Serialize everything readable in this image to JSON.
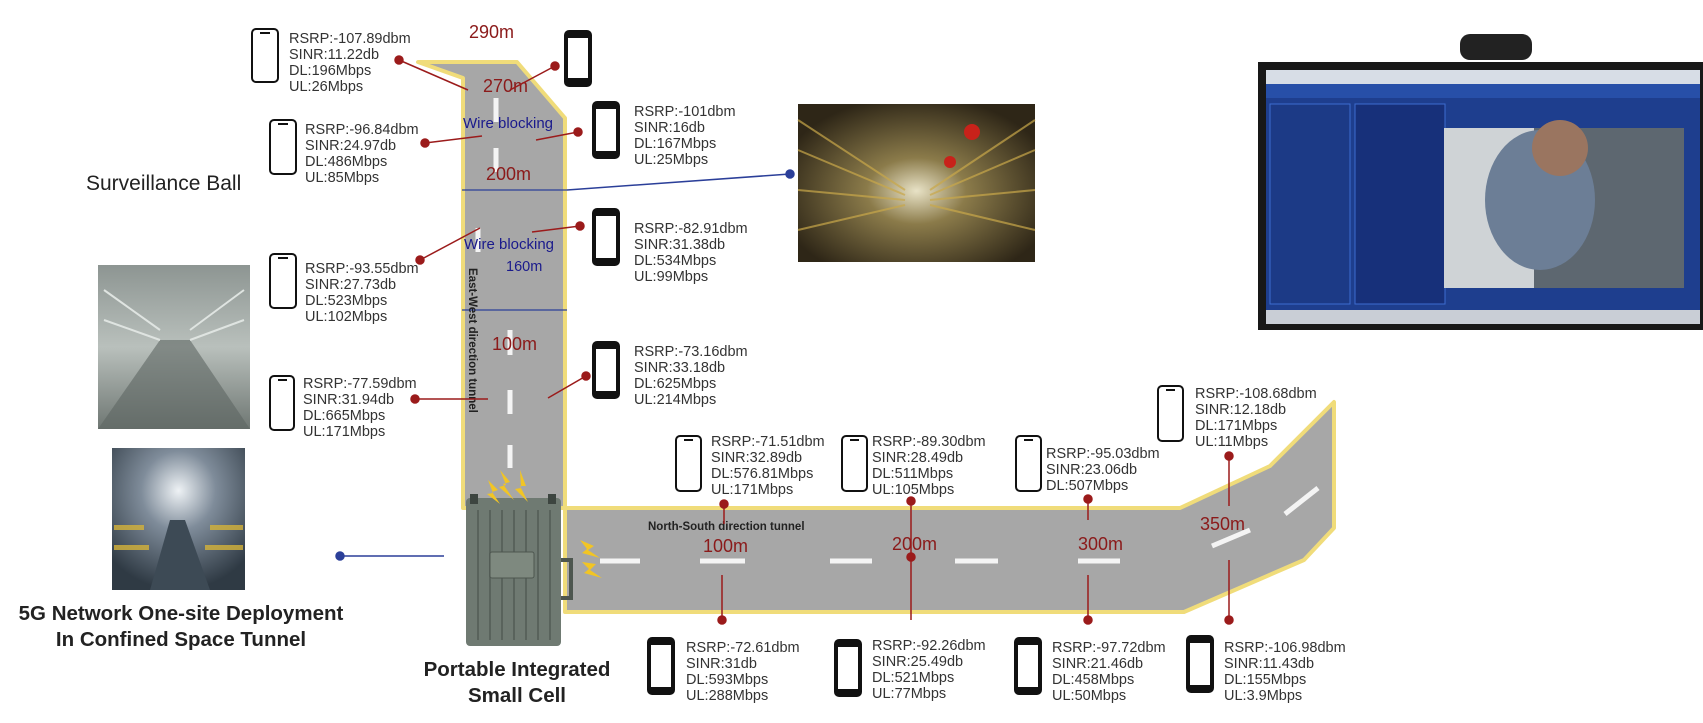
{
  "labels": {
    "title_line1": "5G Network One-site Deployment",
    "title_line2": "In Confined Space Tunnel",
    "device_line1": "Portable Integrated",
    "device_line2": "Small Cell",
    "surveillance": "Surveillance Ball",
    "ew_tunnel": "East-West direction tunnel",
    "ns_tunnel": "North-South direction tunnel",
    "wire_blocking_1": "Wire blocking",
    "wire_blocking_2": "Wire blocking"
  },
  "ew_distances": [
    "290m",
    "270m",
    "200m",
    "160m",
    "100m"
  ],
  "ns_distances": [
    "100m",
    "200m",
    "300m",
    "350m"
  ],
  "measurements": [
    {
      "rsrp": "RSRP:-107.89dbm",
      "sinr": "SINR:11.22db",
      "dl": "DL:196Mbps",
      "ul": "UL:26Mbps"
    },
    {
      "rsrp": "RSRP:-96.84dbm",
      "sinr": "SINR:24.97db",
      "dl": "DL:486Mbps",
      "ul": "UL:85Mbps"
    },
    {
      "rsrp": "RSRP:-93.55dbm",
      "sinr": "SINR:27.73db",
      "dl": "DL:523Mbps",
      "ul": "UL:102Mbps"
    },
    {
      "rsrp": "RSRP:-77.59dbm",
      "sinr": "SINR:31.94db",
      "dl": "DL:665Mbps",
      "ul": "UL:171Mbps"
    },
    {
      "rsrp": "RSRP:-101dbm",
      "sinr": "SINR:16db",
      "dl": "DL:167Mbps",
      "ul": "UL:25Mbps"
    },
    {
      "rsrp": "RSRP:-82.91dbm",
      "sinr": "SINR:31.38db",
      "dl": "DL:534Mbps",
      "ul": "UL:99Mbps"
    },
    {
      "rsrp": "RSRP:-73.16dbm",
      "sinr": "SINR:33.18db",
      "dl": "DL:625Mbps",
      "ul": "UL:214Mbps"
    },
    {
      "rsrp": "RSRP:-71.51dbm",
      "sinr": "SINR:32.89db",
      "dl": "DL:576.81Mbps",
      "ul": "UL:171Mbps"
    },
    {
      "rsrp": "RSRP:-89.30dbm",
      "sinr": "SINR:28.49db",
      "dl": "DL:511Mbps",
      "ul": "UL:105Mbps"
    },
    {
      "rsrp": "RSRP:-95.03dbm",
      "sinr": "SINR:23.06db",
      "dl": "DL:507Mbps",
      "ul": ""
    },
    {
      "rsrp": "RSRP:-108.68dbm",
      "sinr": "SINR:12.18db",
      "dl": "DL:171Mbps",
      "ul": "UL:11Mbps"
    },
    {
      "rsrp": "RSRP:-72.61dbm",
      "sinr": "SINR:31db",
      "dl": "DL:593Mbps",
      "ul": "UL:288Mbps"
    },
    {
      "rsrp": "RSRP:-92.26dbm",
      "sinr": "SINR:25.49db",
      "dl": "DL:521Mbps",
      "ul": "UL:77Mbps"
    },
    {
      "rsrp": "RSRP:-97.72dbm",
      "sinr": "SINR:21.46db",
      "dl": "DL:458Mbps",
      "ul": "UL:50Mbps"
    },
    {
      "rsrp": "RSRP:-106.98dbm",
      "sinr": "SINR:11.43db",
      "dl": "DL:155Mbps",
      "ul": "UL:3.9Mbps"
    }
  ],
  "colors": {
    "road": "#a7a7a7",
    "road_edge": "#f0dc7a",
    "distance_text": "#8b1a1a",
    "blue_text": "#1a1a8c",
    "marker": "#9b1b1b",
    "link_line": "#2b3f99"
  }
}
